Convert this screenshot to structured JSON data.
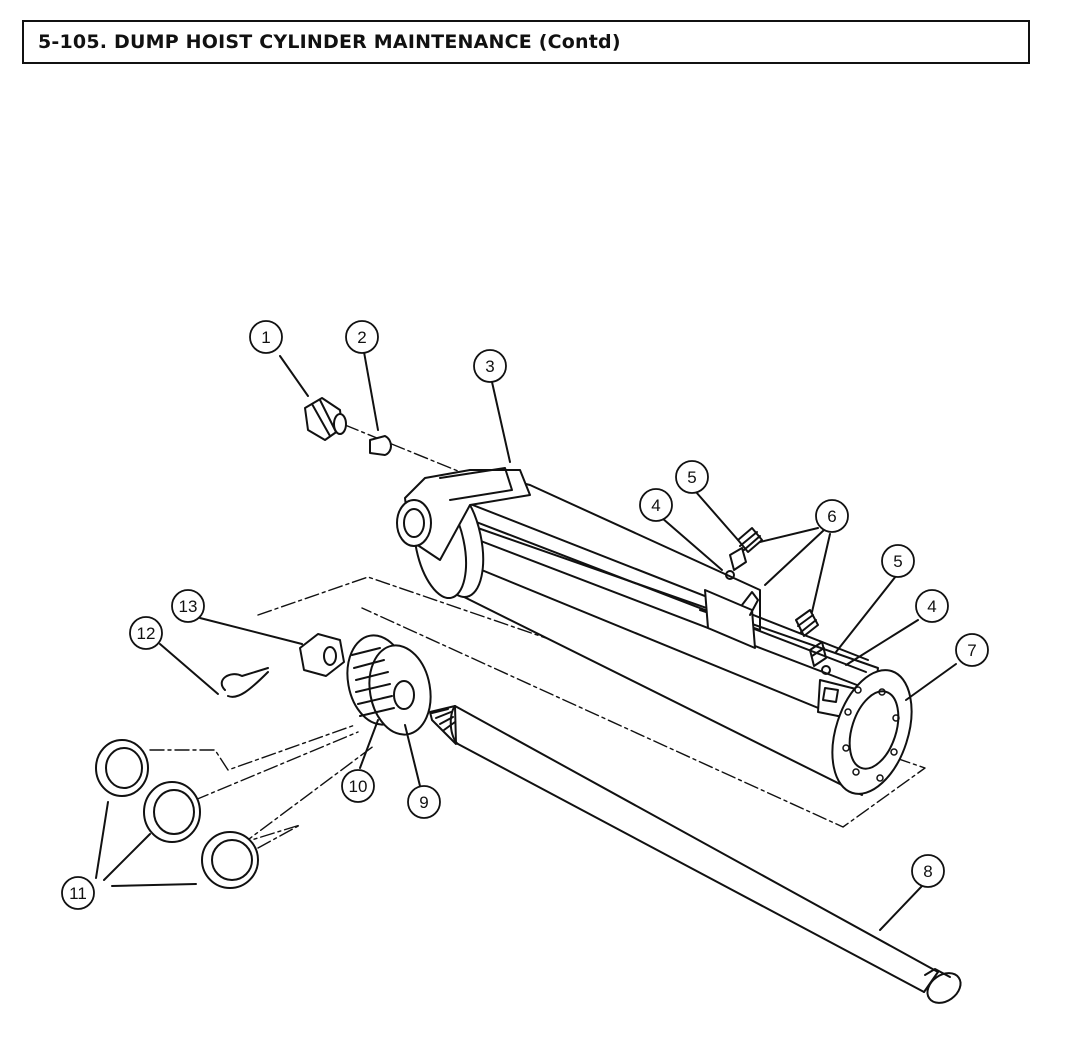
{
  "header": {
    "title": "5-105.  DUMP HOIST CYLINDER MAINTENANCE (Contd)"
  },
  "callouts": [
    "1",
    "2",
    "3",
    "4",
    "5",
    "6",
    "4",
    "5",
    "7",
    "8",
    "9",
    "10",
    "11",
    "12",
    "13"
  ],
  "colors": {
    "ink": "#111111",
    "paper": "#ffffff",
    "shade": "#e6e6e6"
  }
}
